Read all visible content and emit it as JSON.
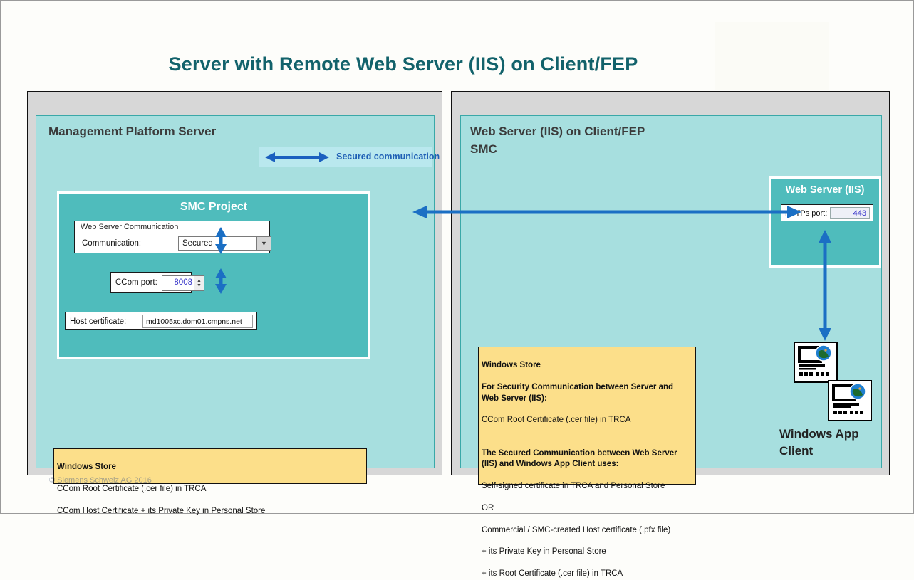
{
  "page": {
    "title": "Server with Remote Web Server (IIS) on Client/FEP",
    "accent_teal": "#12626b",
    "panel_bg": "#a7dfdf",
    "box_bg": "#4fbcbc",
    "note_bg": "#fcdf8a",
    "arrow_blue": "#1b6fc4",
    "footer_clipped": "© Siemens Schweiz AG 2016"
  },
  "left_panel": {
    "frame_title": "Management Platform Server",
    "legend": {
      "icon": "double-arrow-icon",
      "label": "Secured communication"
    },
    "smc": {
      "title": "SMC Project",
      "group": {
        "legend": "Web Server Communication",
        "field_label": "Communication:",
        "dropdown_value": "Secured",
        "dropdown_icon": "chevron-down-icon"
      },
      "ccom": {
        "label": "CCom port:",
        "value": "8008",
        "spinner_icon": "spinner-up-down-icon"
      },
      "host": {
        "label": "Host certificate:",
        "value": "md1005xc.dom01.cmpns.net"
      }
    },
    "note": {
      "heading": "Windows Store",
      "lines": [
        "CCom Root Certificate (.cer file) in TRCA",
        "CCom Host Certificate + its Private Key in Personal Store"
      ]
    }
  },
  "right_panel": {
    "frame_title": "Web Server (IIS) on Client/FEP\nSMC",
    "iis": {
      "title": "Web Server (IIS)",
      "port_label": "HTTPs port:",
      "port_value": "443"
    },
    "note": {
      "heading": "Windows Store",
      "block1_heading": "For  Security Communication  between Server and Web Server (IIS):",
      "block1_lines": [
        "CCom Root Certificate (.cer file) in TRCA"
      ],
      "block2_heading": "The Secured Communication  between Web Server (IIS) and Windows App Client  uses:",
      "block2_lines": [
        "Self-signed certificate in TRCA and Personal Store",
        "OR",
        "Commercial / SMC-created Host certificate (.pfx file)",
        "+   its Private Key in Personal Store",
        "+   its Root Certificate (.cer file) in TRCA"
      ]
    },
    "client": {
      "label": "Windows App\nClient",
      "icon1": "computer-globe-icon",
      "icon2": "computer-globe-icon"
    }
  }
}
